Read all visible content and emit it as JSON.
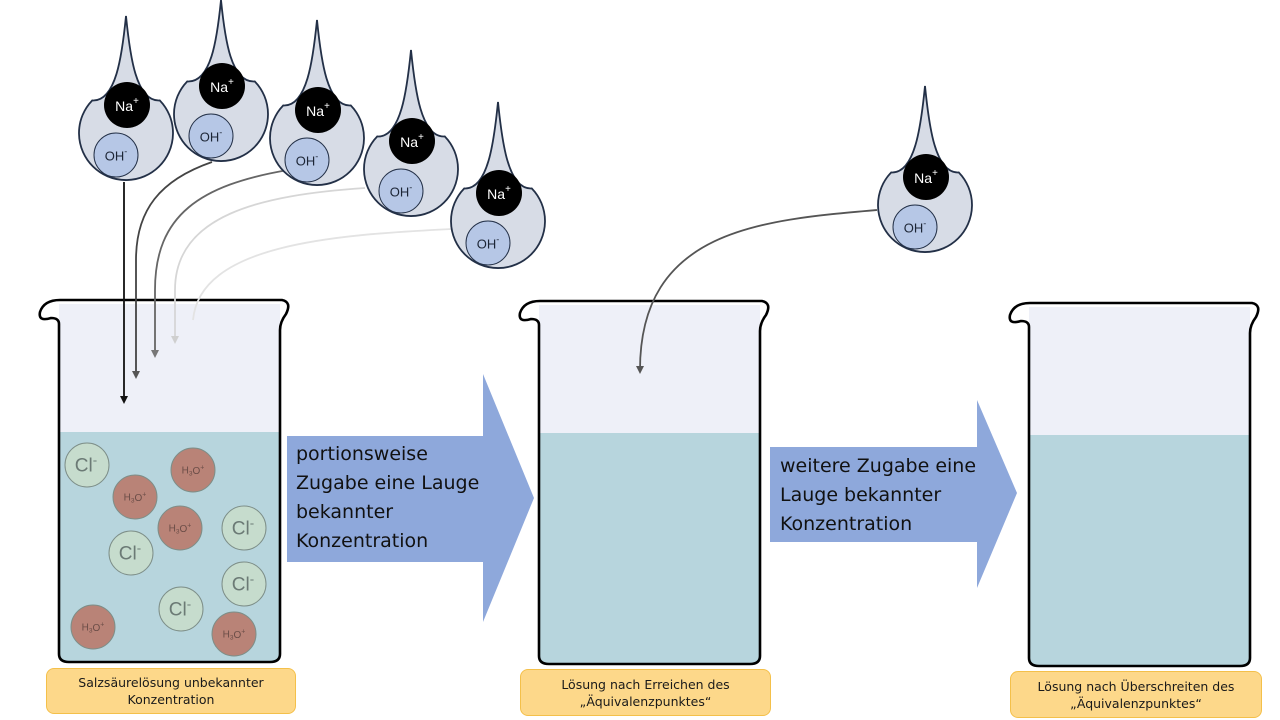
{
  "colors": {
    "drop_fill": "#d7dce6",
    "drop_stroke": "#233047",
    "na_fill": "#000000",
    "oh_fill": "#b6c7e6",
    "liquid": "#b7d5dd",
    "beaker_air": "#eef0f8",
    "cl_fill": "#c6dccd",
    "h3o_fill": "#b98377",
    "process_arrow": "#8ea8db",
    "caption_fill": "#fdd88a"
  },
  "ions": {
    "sodium": "Na",
    "sodium_charge": "+",
    "hydroxide": "OH",
    "hydroxide_charge": "-",
    "chloride": "Cl",
    "chloride_charge": "-",
    "hydronium_base": "H",
    "hydronium_sub": "3",
    "hydronium_o": "O",
    "hydronium_charge": "+"
  },
  "beakers": [
    {
      "caption": "Salzsäurelösung unbekannter Konzentration",
      "particles": [
        {
          "type": "chloride"
        },
        {
          "type": "hydronium"
        },
        {
          "type": "hydronium"
        },
        {
          "type": "hydronium"
        },
        {
          "type": "chloride"
        },
        {
          "type": "chloride"
        },
        {
          "type": "chloride"
        },
        {
          "type": "chloride"
        },
        {
          "type": "hydronium"
        },
        {
          "type": "hydronium"
        }
      ]
    },
    {
      "caption": "Lösung nach Erreichen des „Äquivalenzpunktes“",
      "particles": []
    },
    {
      "caption": "Lösung nach Überschreiten des „Äquivalenzpunktes“",
      "particles": []
    }
  ],
  "process_arrows": [
    {
      "text": "portionsweise\nZugabe eine Lauge\nbekannter\nKonzentration"
    },
    {
      "text": "weitere Zugabe eine\nLauge bekannter\nKonzentration"
    }
  ],
  "droplets_count": 6
}
